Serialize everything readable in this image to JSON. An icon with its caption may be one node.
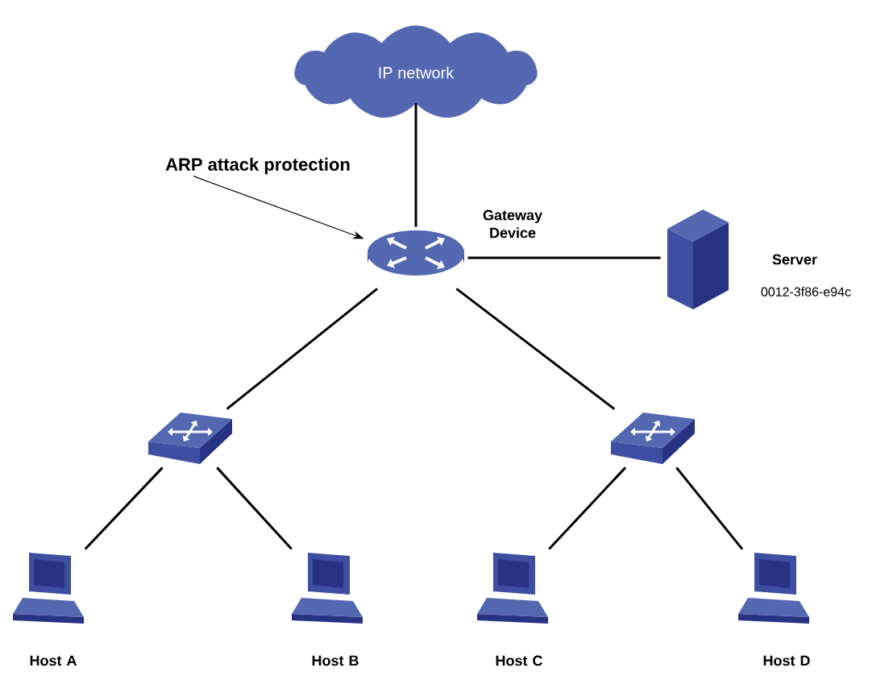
{
  "diagram": {
    "nodes": [
      {
        "text": [
          "IP network"
        ]
      },
      {
        "text": [],
        "shape": "cylinder",
        "beside": [
          "Gateway Device"
        ]
      },
      {
        "text": [
          "ARP attack protection"
        ]
      },
      {
        "text": [],
        "shape": "box",
        "beside": [
          "Server",
          "0012-3f86-e94c"
        ]
      },
      {
        "text": [],
        "shape": "box"
      },
      {
        "text": [],
        "shape": "box"
      },
      {
        "text": [],
        "shape": "picture",
        "beside": [
          "Host A"
        ]
      },
      {
        "text": [],
        "shape": "picture",
        "beside": [
          "Host B"
        ]
      },
      {
        "text": [],
        "shape": "picture",
        "beside": [
          "Host C"
        ]
      },
      {
        "text": [],
        "shape": "picture",
        "beside": [
          "Host D"
        ]
      }
    ],
    "edges": [
      {
        "from": 0,
        "to": 1,
        "arrow": "none"
      },
      {
        "from": 2,
        "to": 1,
        "arrow": "to"
      },
      {
        "from": 1,
        "to": 3,
        "arrow": "none"
      },
      {
        "from": 1,
        "to": 4,
        "arrow": "none"
      },
      {
        "from": 1,
        "to": 5,
        "arrow": "none"
      },
      {
        "from": 4,
        "to": 6,
        "arrow": "none"
      },
      {
        "from": 4,
        "to": 7,
        "arrow": "none"
      },
      {
        "from": 5,
        "to": 8,
        "arrow": "none"
      },
      {
        "from": 5,
        "to": 9,
        "arrow": "none"
      }
    ]
  }
}
